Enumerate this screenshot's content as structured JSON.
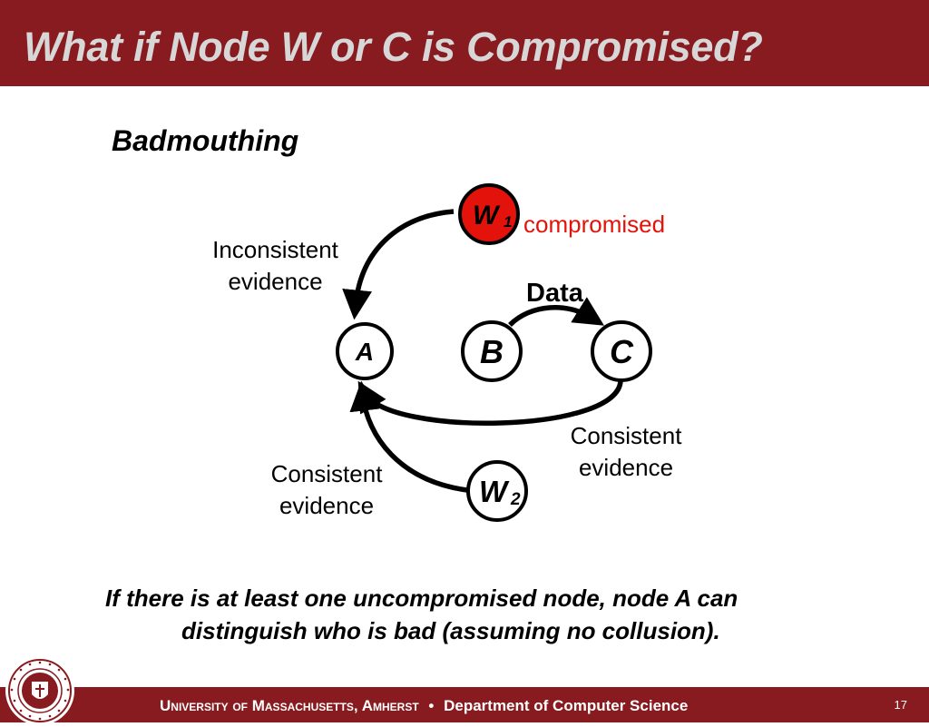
{
  "slide": {
    "title": "What if Node W or C is Compromised?",
    "subtitle": "Badmouthing",
    "conclusion_line1": "If there is at least one uncompromised node, node A can",
    "conclusion_line2": "distinguish who is bad (assuming no collusion).",
    "footer": {
      "university": "University of Massachusetts, Amherst",
      "separator": "•",
      "department": "Department of Computer Science",
      "page_number": "17"
    }
  },
  "diagram": {
    "nodes": {
      "w1": {
        "letter": "W",
        "subscript": "1",
        "status_label": "compromised",
        "fill": "#e3120b"
      },
      "a": {
        "letter": "A"
      },
      "b": {
        "letter": "B"
      },
      "c": {
        "letter": "C"
      },
      "w2": {
        "letter": "W",
        "subscript": "2"
      }
    },
    "edge_labels": {
      "w1_to_a_line1": "Inconsistent",
      "w1_to_a_line2": "evidence",
      "b_to_c": "Data",
      "c_to_a_line1": "Consistent",
      "c_to_a_line2": "evidence",
      "w2_to_a_line1": "Consistent",
      "w2_to_a_line2": "evidence"
    }
  },
  "colors": {
    "brand_maroon": "#881b1f",
    "title_text": "#d7d7d7",
    "compromised_red": "#e3120b"
  }
}
